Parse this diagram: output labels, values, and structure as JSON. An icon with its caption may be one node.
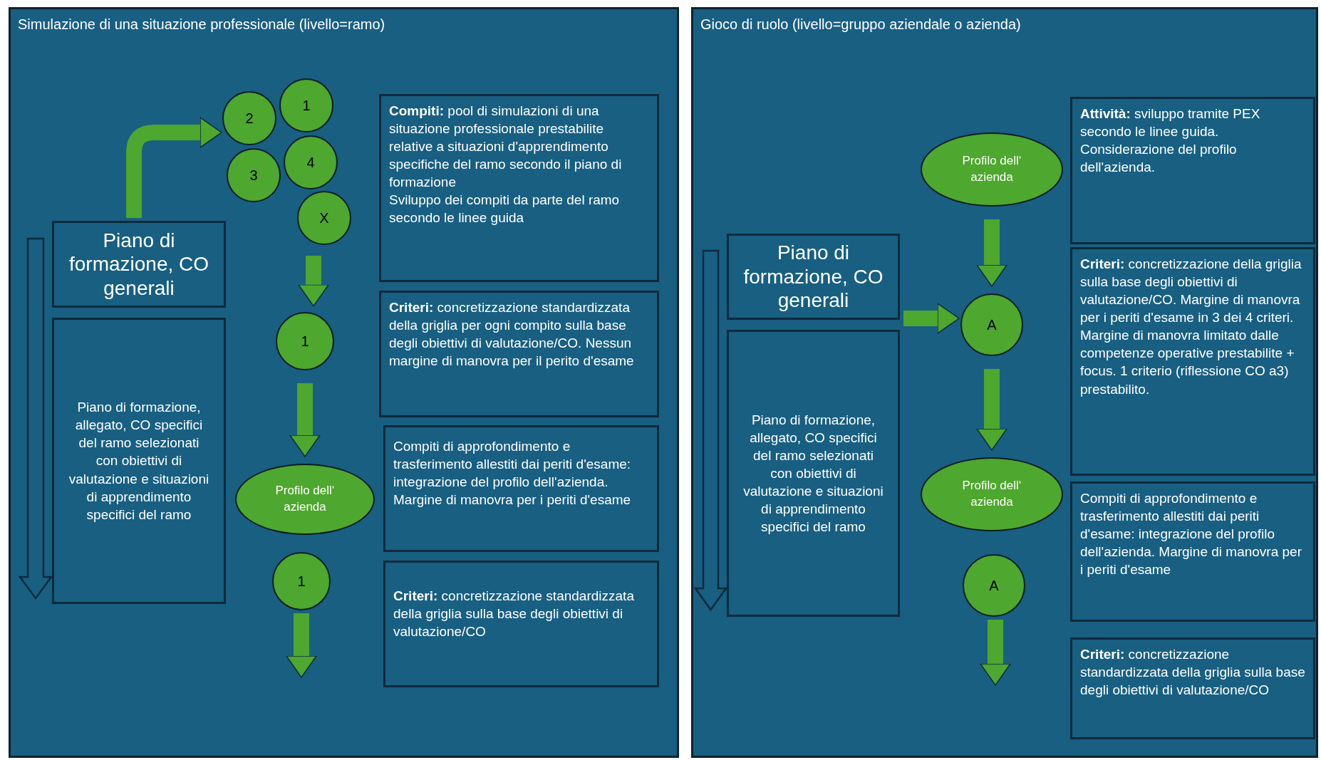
{
  "diagram": {
    "nodes": [
      {
        "text": [
          "Simulazione di una situazione professionale (livello=ramo)"
        ]
      },
      {
        "text": [
          "Piano di formazione, CO generali"
        ],
        "in": 0
      },
      {
        "text": [
          "Piano di formazione, allegato, CO specifici del ramo selezionati con obiettivi di valutazione e situazioni di apprendimento specifici del ramo"
        ],
        "in": 0
      },
      {
        "text": [
          "1"
        ],
        "in": 0
      },
      {
        "text": [
          "2"
        ],
        "in": 0
      },
      {
        "text": [
          "4"
        ],
        "in": 0
      },
      {
        "text": [
          "3"
        ],
        "in": 0
      },
      {
        "text": [
          "X"
        ],
        "in": 0
      },
      {
        "text": [
          "1"
        ],
        "in": 0
      },
      {
        "text": [
          "Profilo dell‘ azienda"
        ],
        "in": 0
      },
      {
        "text": [
          "1"
        ],
        "in": 0
      },
      {
        "text": [
          "**Compiti:** pool di simulazioni di una situazione professionale prestabilite relative a situazioni d'apprendimento specifiche del ramo secondo il piano di formazione",
          "Sviluppo dei compiti da parte del ramo secondo le linee guida"
        ],
        "in": 0
      },
      {
        "text": [
          "**Criteri:** concretizzazione standardizzata della griglia per ogni compito sulla base degli obiettivi di valutazione/CO. Nessun margine di manovra per il perito d'esame"
        ],
        "in": 0
      },
      {
        "text": [
          "Compiti di approfondimento e trasferimento allestiti dai periti d'esame: integrazione del profilo dell'azienda. Margine di manovra per i periti d'esame"
        ],
        "in": 0
      },
      {
        "text": [
          "**Criteri:** concretizzazione standardizzata della griglia sulla base degli obiettivi di valutazione/CO"
        ],
        "in": 0
      },
      {
        "text": [
          "Gioco di ruolo (livello=gruppo aziendale o azienda)"
        ]
      },
      {
        "text": [
          "Piano di formazione, CO generali"
        ],
        "in": 15
      },
      {
        "text": [
          "Piano di formazione, allegato, CO specifici del ramo selezionati con obiettivi di valutazione e situazioni di apprendimento specifici del ramo"
        ],
        "in": 15
      },
      {
        "text": [
          "Profilo dell‘ azienda"
        ],
        "in": 15
      },
      {
        "text": [
          "A"
        ],
        "in": 15
      },
      {
        "text": [
          "Profilo dell‘ azienda"
        ],
        "in": 15
      },
      {
        "text": [
          "A"
        ],
        "in": 15
      },
      {
        "text": [
          "**Attività:** sviluppo tramite PEX secondo le linee guida. Considerazione del profilo dell'azienda."
        ],
        "in": 15
      },
      {
        "text": [
          "**Criteri:** concretizzazione della griglia sulla base degli obiettivi di valutazione/CO. Margine di manovra per i periti d'esame in 3 dei 4 criteri. Margine di manovra limitato dalle competenze operative prestabilite + focus. 1 criterio (riflessione CO a3) prestabilito."
        ],
        "in": 15
      },
      {
        "text": [
          "Compiti di approfondimento e trasferimento allestiti dai periti d'esame: integrazione del profilo dell'azienda. Margine di manovra per i periti d'esame"
        ],
        "in": 15
      },
      {
        "text": [
          "**Criteri:** concretizzazione standardizzata della griglia sulla base degli obiettivi di valutazione/CO"
        ],
        "in": 15
      }
    ],
    "edges": [
      {
        "from": 1,
        "to": 4,
        "arrow": "to"
      },
      {
        "from": 7,
        "to": 8,
        "arrow": "to"
      },
      {
        "from": 8,
        "to": 9,
        "arrow": "to"
      },
      {
        "from": 10,
        "to": null,
        "arrow": "to"
      },
      {
        "from": 18,
        "to": 19,
        "arrow": "to"
      },
      {
        "from": 16,
        "to": 19,
        "arrow": "to"
      },
      {
        "from": 19,
        "to": 20,
        "arrow": "to"
      },
      {
        "from": 21,
        "to": null,
        "arrow": "to"
      }
    ]
  }
}
